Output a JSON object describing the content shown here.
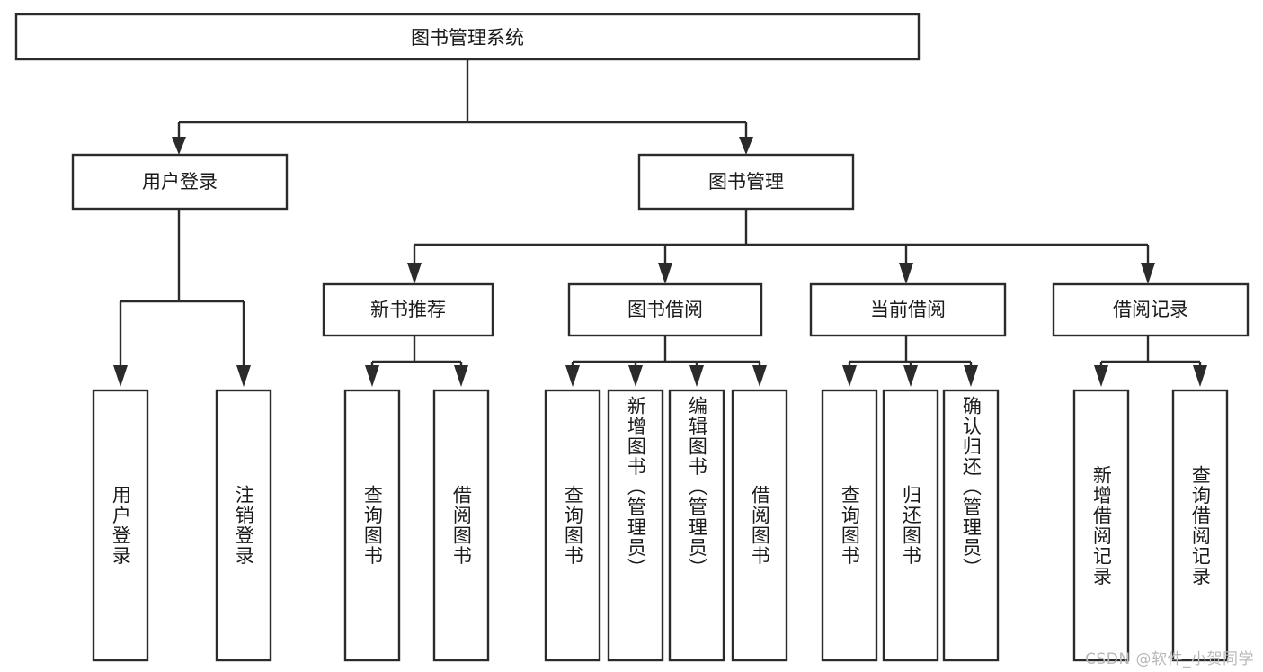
{
  "diagram": {
    "type": "tree-hierarchy",
    "title": "图书管理系统",
    "root": {
      "label": "图书管理系统"
    },
    "level1": [
      {
        "label": "用户登录"
      },
      {
        "label": "图书管理"
      }
    ],
    "level2": [
      {
        "label": "新书推荐",
        "parent": "图书管理"
      },
      {
        "label": "图书借阅",
        "parent": "图书管理"
      },
      {
        "label": "当前借阅",
        "parent": "图书管理"
      },
      {
        "label": "借阅记录",
        "parent": "图书管理"
      }
    ],
    "leaves": {
      "user_login": [
        {
          "label": "用户登录"
        },
        {
          "label": "注销登录"
        }
      ],
      "new_book_recommend": [
        {
          "label": "查询图书"
        },
        {
          "label": "借阅图书"
        }
      ],
      "book_borrow": [
        {
          "label": "查询图书"
        },
        {
          "label": "新增图书（管理员）"
        },
        {
          "label": "编辑图书（管理员）"
        },
        {
          "label": "借阅图书"
        }
      ],
      "current_borrow": [
        {
          "label": "查询图书"
        },
        {
          "label": "归还图书"
        },
        {
          "label": "确认归还（管理员）"
        }
      ],
      "borrow_record": [
        {
          "label": "新增借阅记录"
        },
        {
          "label": "查询借阅记录"
        }
      ]
    }
  },
  "watermark": {
    "text": "CSDN @软件_小贺同学"
  },
  "colors": {
    "stroke": "#2b2b2b",
    "fill": "#ffffff",
    "text": "#1a1a1a",
    "watermark": "#b9b9b9"
  }
}
